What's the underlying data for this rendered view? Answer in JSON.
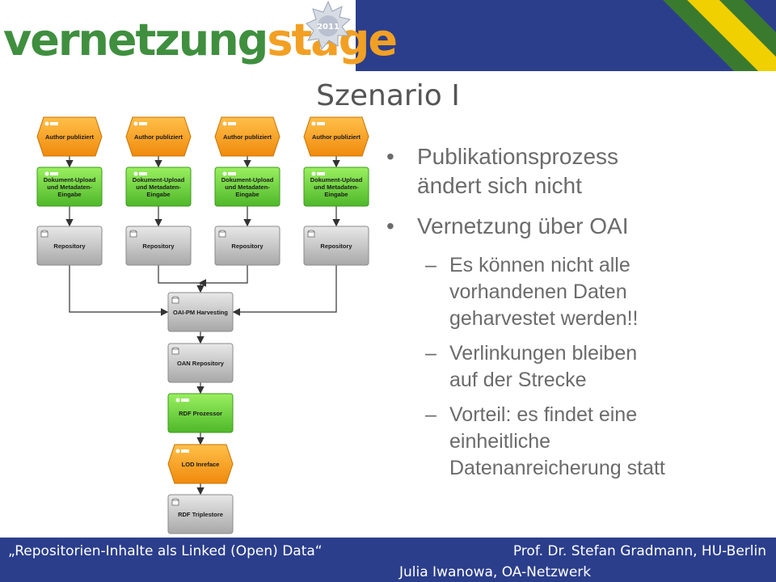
{
  "header": {
    "logo_part1": "vernetzung",
    "logo_part2": "stage",
    "badge_year": "2011",
    "colors": {
      "band": "#2b3e8c",
      "logo_green": "#3f8f3f",
      "logo_orange": "#f2a024",
      "stripe_green": "#3a7a2e",
      "stripe_yellow": "#f0d000"
    }
  },
  "title": "Szenario I",
  "diagram": {
    "columns": [
      {
        "author": "Author publiziert",
        "upload": [
          "Dokument-Upload",
          "und Metadaten-",
          "Eingabe"
        ],
        "repository": "Repository"
      },
      {
        "author": "Author publiziert",
        "upload": [
          "Dokument-Upload",
          "und Metadaten-",
          "Eingabe"
        ],
        "repository": "Repository"
      },
      {
        "author": "Author publiziert",
        "upload": [
          "Dokument-Upload",
          "und Metadaten-",
          "Eingabe"
        ],
        "repository": "Repository"
      },
      {
        "author": "Author publiziert",
        "upload": [
          "Dokument-Upload",
          "und Metadaten-",
          "Eingabe"
        ],
        "repository": "Repository"
      }
    ],
    "pipeline": [
      {
        "label": "OAI-PM Harvesting",
        "kind": "grey"
      },
      {
        "label": "OAN Repository",
        "kind": "grey"
      },
      {
        "label": "RDF Prozessor",
        "kind": "green"
      },
      {
        "label": "LOD Inreface",
        "kind": "orange"
      },
      {
        "label": "RDF Triplestore",
        "kind": "grey"
      }
    ],
    "colors": {
      "orange": "#f59f1c",
      "green": "#6fd23c",
      "grey": "#c4c4c4",
      "arrow": "#333333"
    }
  },
  "bullets": [
    {
      "level": 1,
      "text": [
        "Publikationsprozess",
        "ändert sich nicht"
      ]
    },
    {
      "level": 1,
      "text": [
        "Vernetzung über OAI"
      ]
    },
    {
      "level": 2,
      "text": [
        "Es können nicht alle",
        "vorhandenen Daten",
        "geharvestet werden!!"
      ]
    },
    {
      "level": 2,
      "text": [
        "Verlinkungen bleiben",
        "auf der Strecke"
      ]
    },
    {
      "level": 2,
      "text": [
        "Vorteil: es findet eine",
        "einheitliche",
        "Datenanreicherung statt"
      ]
    }
  ],
  "bullet_symbols": {
    "level1": "•",
    "level2": "–"
  },
  "footer": {
    "left": "„Repositorien-Inhalte als Linked (Open) Data“",
    "right_line1": "Prof. Dr. Stefan Gradmann, HU-Berlin",
    "right_line2": "Julia Iwanowa, OA-Netzwerk"
  }
}
